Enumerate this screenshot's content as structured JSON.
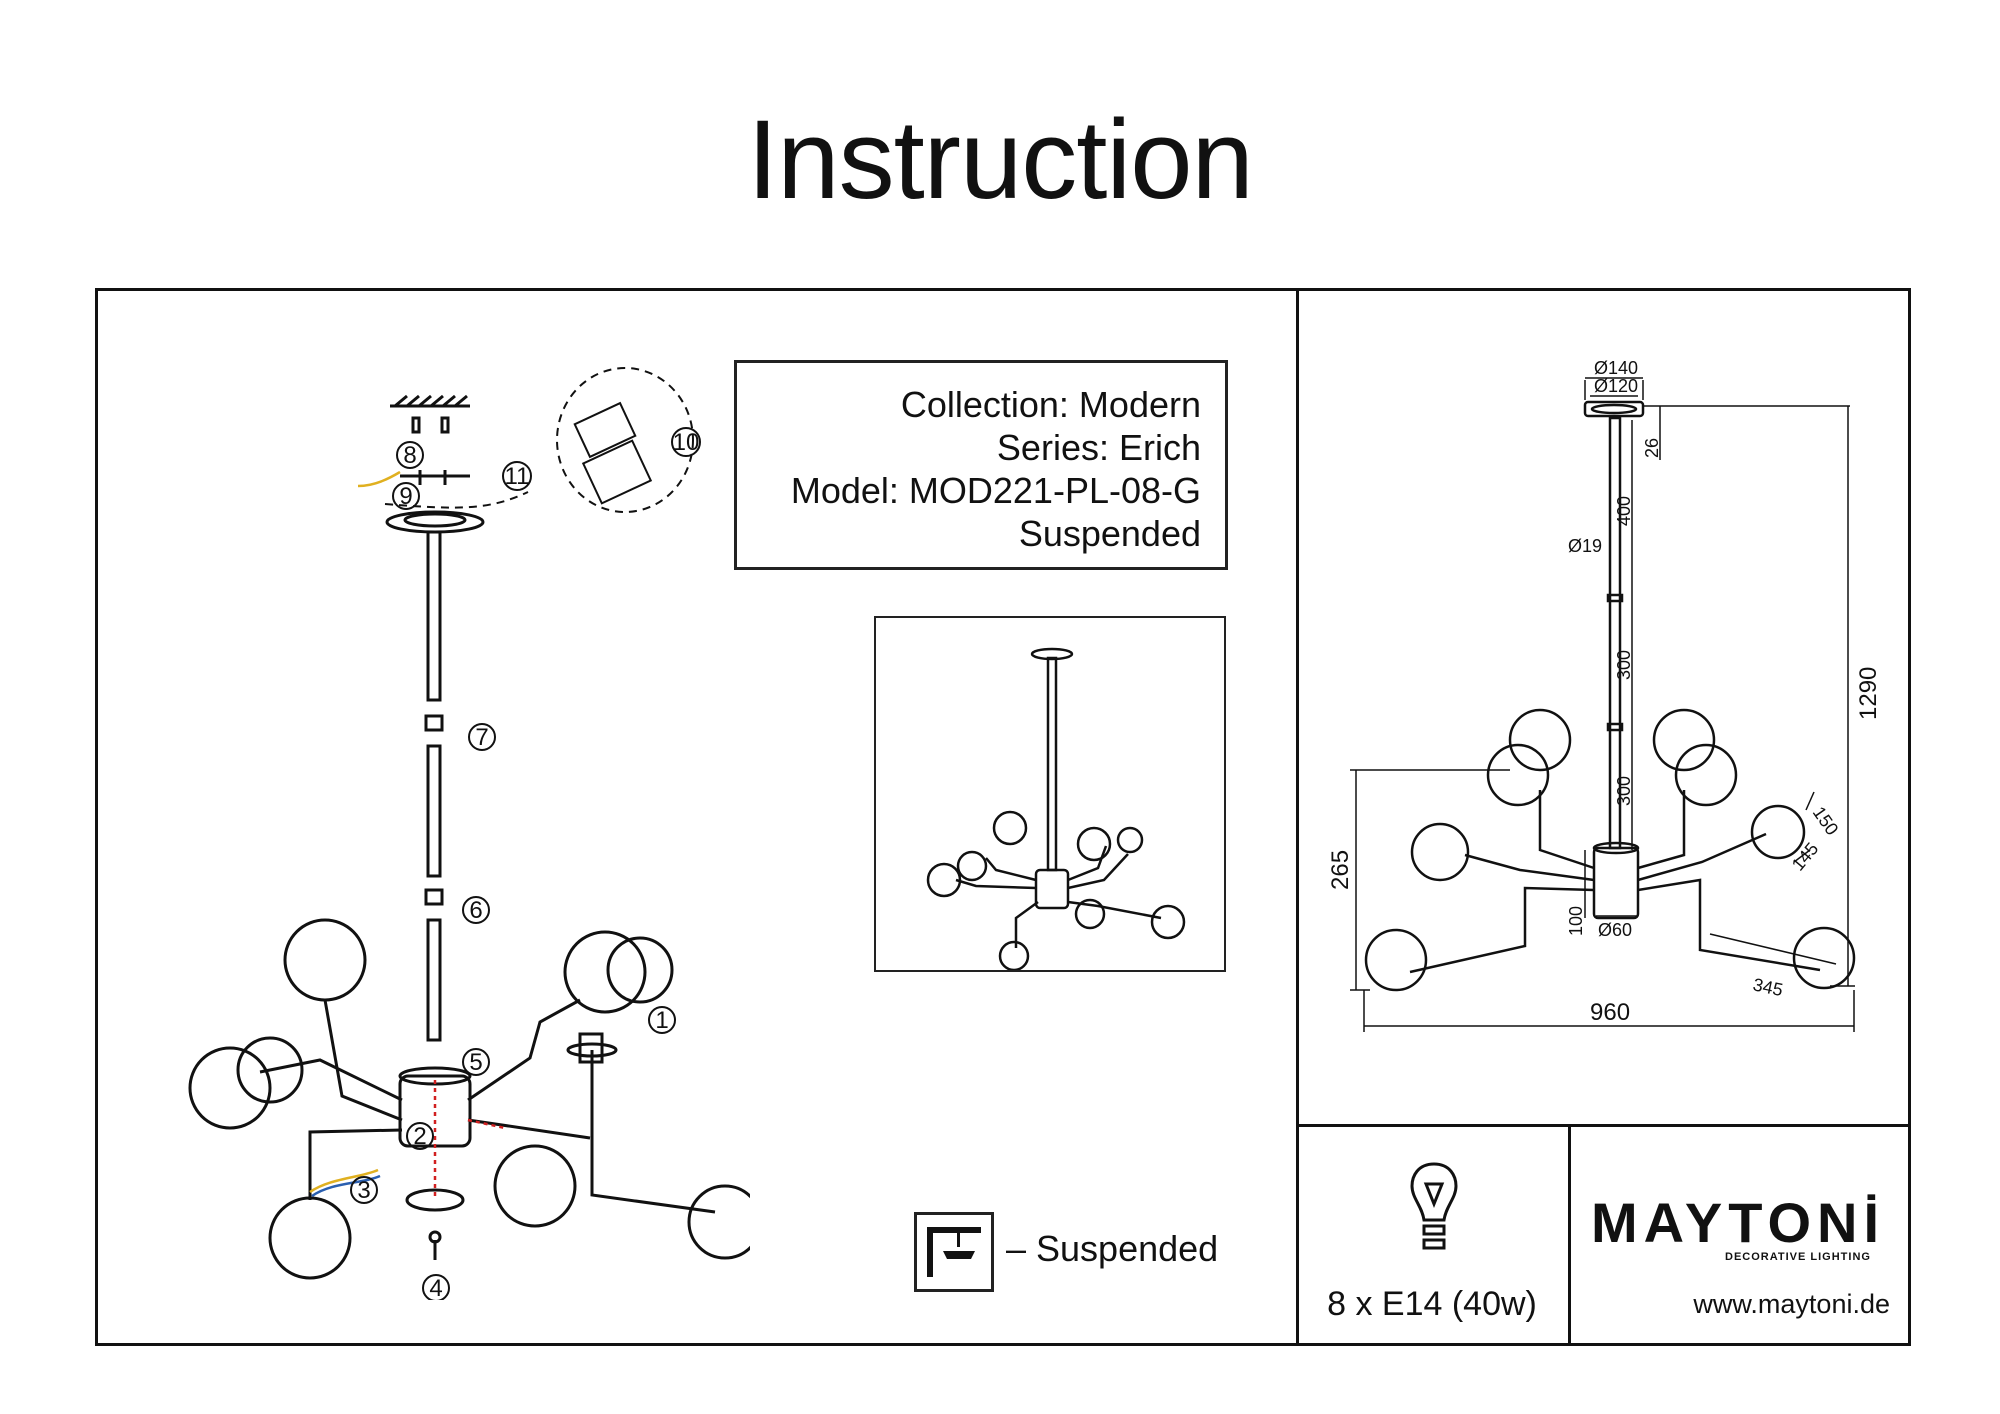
{
  "title": "Instruction",
  "info": {
    "collection": "Collection: Modern",
    "series": "Series: Erich",
    "model": "Model: MOD221-PL-08-G",
    "type": "Suspended"
  },
  "steps": [
    "1",
    "2",
    "3",
    "4",
    "5",
    "6",
    "7",
    "8",
    "9",
    "10",
    "11"
  ],
  "dimensions": {
    "canopy_outer": "Ø140",
    "canopy_inner": "Ø120",
    "canopy_height": "26",
    "rod_diameter": "Ø19",
    "rod_1": "400",
    "rod_2": "300",
    "rod_3": "300",
    "total_height": "1290",
    "body_height": "265",
    "hub_height": "100",
    "hub_diameter": "Ø60",
    "globe_1": "150",
    "globe_2": "145",
    "arm": "345",
    "total_width": "960"
  },
  "legend": {
    "text": "– Suspended"
  },
  "lamp": {
    "spec": "8 x E14 (40w)",
    "icon": "bulb-icon"
  },
  "brand": {
    "name": "MAYTONİ",
    "tagline": "DECORATIVE LIGHTING",
    "website": "www.maytoni.de"
  },
  "colors": {
    "line": "#111111",
    "wire_red": "#d12020",
    "wire_yellow": "#e0b020",
    "wire_blue": "#2a5fb0"
  }
}
